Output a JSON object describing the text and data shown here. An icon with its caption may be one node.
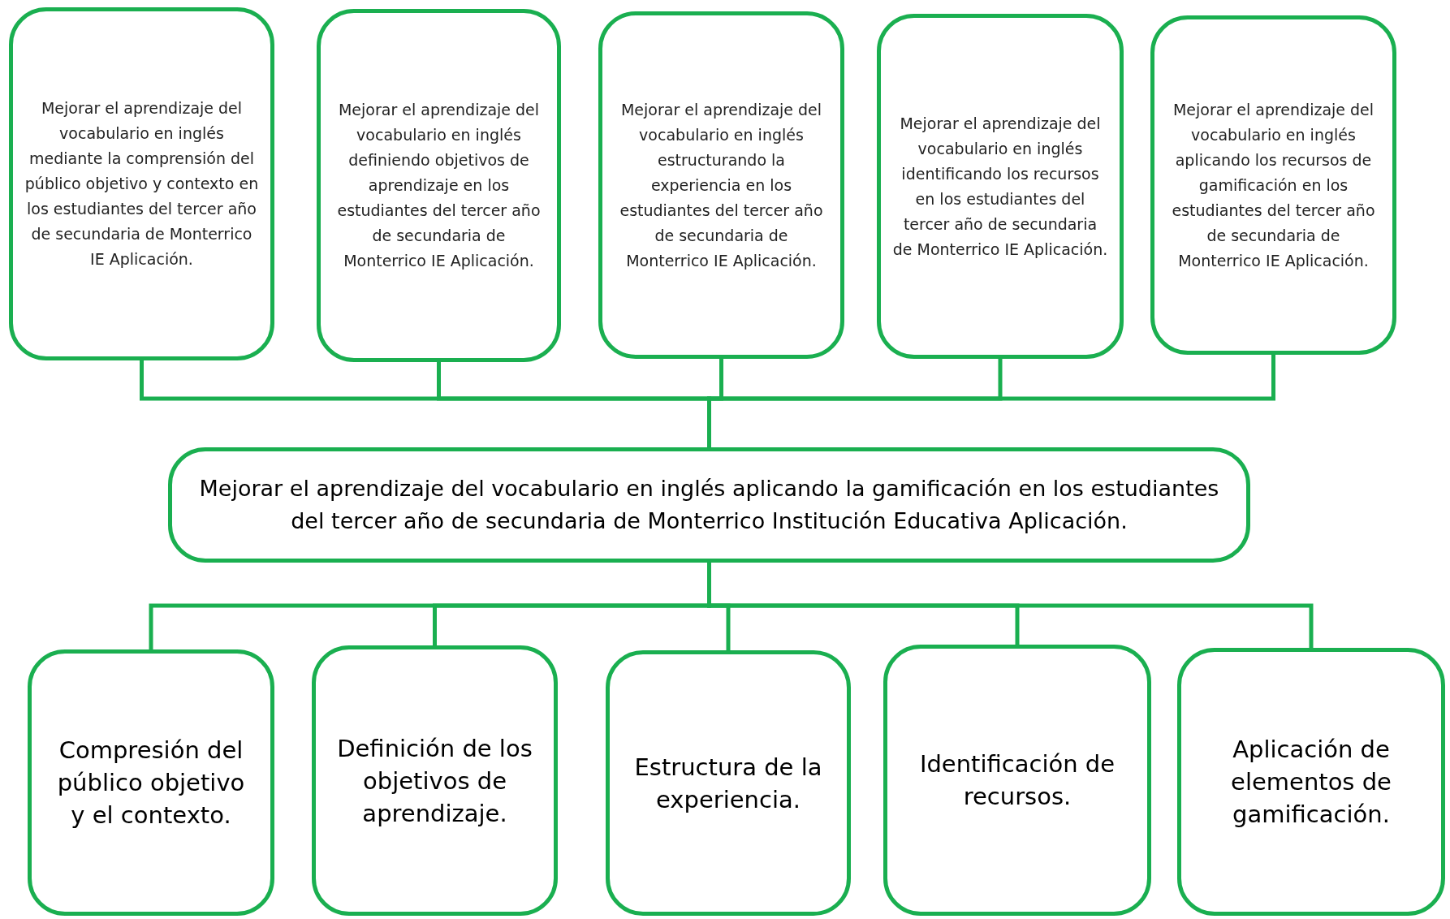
{
  "diagram": {
    "nodes": [
      {
        "text": [
          "Mejorar el aprendizaje del vocabulario en inglés mediante la comprensión del público objetivo y contexto en los estudiantes del tercer año de secundaria de Monterrico IE Aplicación."
        ]
      },
      {
        "text": [
          "Mejorar el aprendizaje del vocabulario en inglés definiendo objetivos de aprendizaje en los estudiantes del tercer año de secundaria de Monterrico IE Aplicación."
        ]
      },
      {
        "text": [
          "Mejorar el aprendizaje del vocabulario en inglés estructurando la experiencia en los estudiantes del tercer año de secundaria de Monterrico IE Aplicación."
        ]
      },
      {
        "text": [
          "Mejorar el aprendizaje del vocabulario en inglés identificando los recursos en los estudiantes del tercer año de secundaria de Monterrico IE Aplicación."
        ]
      },
      {
        "text": [
          "Mejorar el aprendizaje del vocabulario en inglés aplicando los recursos de gamificación en los estudiantes del tercer año de secundaria de Monterrico IE Aplicación."
        ]
      },
      {
        "text": [
          "Mejorar el aprendizaje del vocabulario en inglés aplicando la gamificación en los estudiantes del tercer año de secundaria de Monterrico Institución Educativa Aplicación."
        ]
      },
      {
        "text": [
          "Compresión del público objetivo y el contexto."
        ]
      },
      {
        "text": [
          "Definición de los objetivos de aprendizaje."
        ]
      },
      {
        "text": [
          "Estructura de la experiencia."
        ]
      },
      {
        "text": [
          "Identificación de recursos."
        ]
      },
      {
        "text": [
          "Aplicación de elementos de gamificación."
        ]
      }
    ],
    "edges": [
      {
        "from": 0,
        "to": 5,
        "arrow": "none"
      },
      {
        "from": 1,
        "to": 5,
        "arrow": "none"
      },
      {
        "from": 2,
        "to": 5,
        "arrow": "none"
      },
      {
        "from": 3,
        "to": 5,
        "arrow": "none"
      },
      {
        "from": 4,
        "to": 5,
        "arrow": "none"
      },
      {
        "from": 5,
        "to": 6,
        "arrow": "none"
      },
      {
        "from": 5,
        "to": 7,
        "arrow": "none"
      },
      {
        "from": 5,
        "to": 8,
        "arrow": "none"
      },
      {
        "from": 5,
        "to": 9,
        "arrow": "none"
      },
      {
        "from": 5,
        "to": 10,
        "arrow": "none"
      }
    ]
  }
}
